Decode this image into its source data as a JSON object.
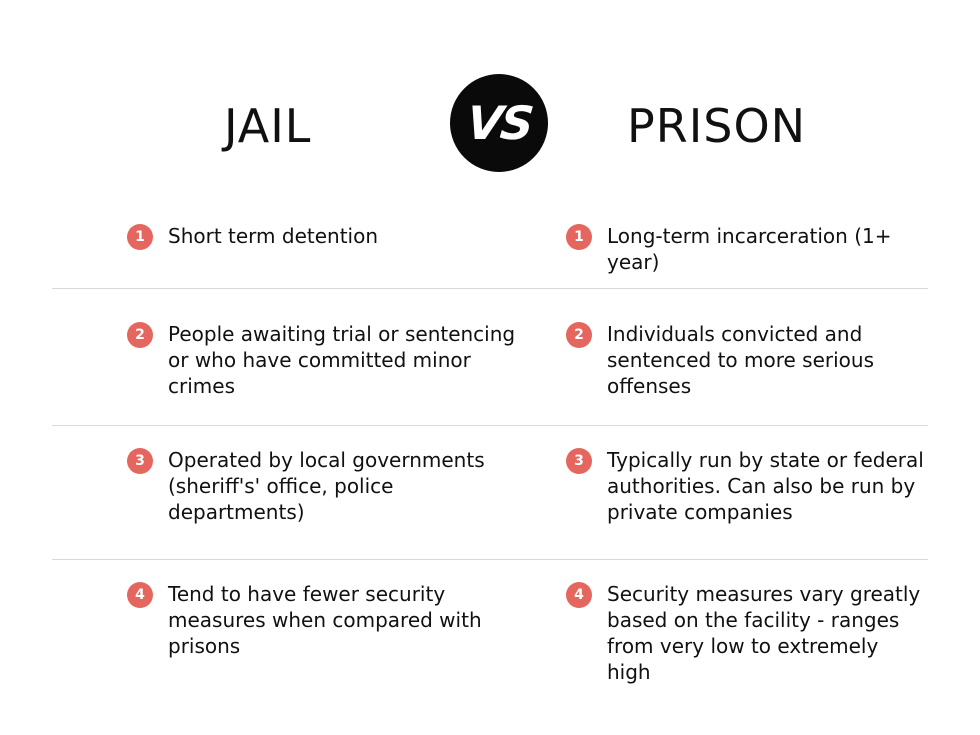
{
  "header": {
    "left_title": "JAIL",
    "vs_label": "VS",
    "right_title": "PRISON"
  },
  "rows": [
    {
      "number": "1",
      "jail": "Short term detention",
      "prison": "Long-term incarceration (1+ year)"
    },
    {
      "number": "2",
      "jail": "People awaiting trial or sentencing or who have committed minor crimes",
      "prison": "Individuals convicted and sentenced to more serious offenses"
    },
    {
      "number": "3",
      "jail": "Operated by local governments (sheriff's' office, police departments)",
      "prison": "Typically run by state or federal authorities. Can also be run by private companies"
    },
    {
      "number": "4",
      "jail": "Tend to have fewer security measures when compared with prisons",
      "prison": "Security measures vary greatly based on the facility - ranges from very low to extremely high"
    }
  ],
  "colors": {
    "badge": "#e5665e",
    "vs_circle": "#0a0a0a",
    "divider": "#d9d9d9",
    "text": "#111111"
  }
}
